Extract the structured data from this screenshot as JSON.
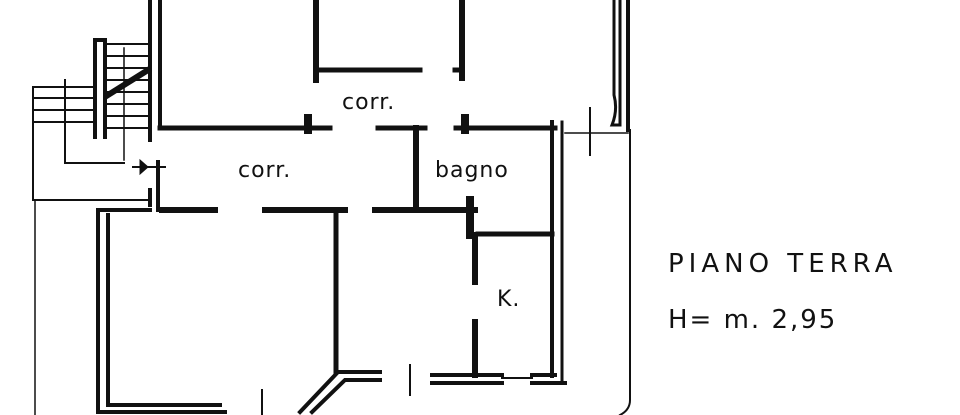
{
  "drawing": {
    "type": "floor plan",
    "title": "PIANO TERRA",
    "height_label": "H= m. 2,95",
    "line_color": "#111111",
    "background": "#ffffff"
  },
  "rooms": [
    {
      "id": "corr-upper",
      "label": "corr."
    },
    {
      "id": "corr-lower",
      "label": "corr."
    },
    {
      "id": "bagno",
      "label": "bagno"
    },
    {
      "id": "kitchen",
      "label": "K."
    }
  ]
}
